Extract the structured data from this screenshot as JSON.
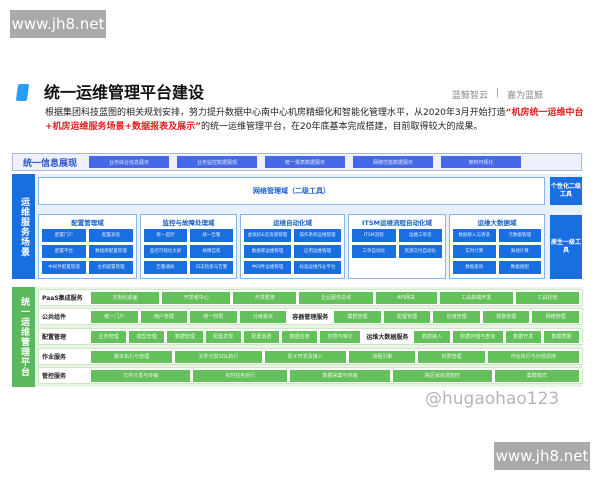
{
  "watermark": "www.jh8.net",
  "title": "统一运维管理平台建设",
  "logos": [
    "蓝鲸智云",
    "嘉为蓝鲸"
  ],
  "paragraph": {
    "pre": "根据集团科技蓝图的相关规划安排，努力提升数据中心南中心机房精细化和智能化管理水平，从2020年3月开始打造",
    "highlight": "“机房统一运维中台+机房运维服务场景+数据报表及展示”",
    "post": "的统一运维管理平台，在20年底基本完成搭建，目前取得较大的成果。"
  },
  "info": {
    "label": "统一信息展现",
    "items": [
      "业务综合信息展示",
      "业务监控数据展现",
      "统一报表数据展示",
      "网络性能数据展示",
      "架构可视化"
    ]
  },
  "service": {
    "side": "运维服务场景",
    "network": "网络管理域（二级工具）",
    "tool2": "个性化二级工具",
    "tool1": "原生一级工具",
    "domains": [
      {
        "title": "配置管理域",
        "items": [
          "配置门户",
          "配置发现",
          "配置平台",
          "数据库配置管理",
          "中间件配置管理",
          "主机配置管理"
        ]
      },
      {
        "title": "监控与故障处理域",
        "items": [
          "统一监控",
          "统一告警",
          "监控可视化大屏",
          "故障自愈",
          "告警通知",
          "日志检索与告警"
        ]
      },
      {
        "title": "运维自动化域",
        "items": [
          "虚拟机&云资源管理",
          "操作系统运维管理",
          "数据库运维管理",
          "应用运维管理",
          "中间件运维管理",
          "标准运维作业平台"
        ]
      },
      {
        "title": "ITSM运维流程自动化域",
        "items": [
          "ITSM流程",
          "运维工单流",
          "工单自动化",
          "资源交付自动化"
        ]
      },
      {
        "title": "运维大数据域",
        "items": [
          "数据接入与清洗",
          "元数据管理",
          "实时计算",
          "离线计算",
          "数据查询",
          "数据视图"
        ]
      }
    ]
  },
  "platform": {
    "side": "统一运维管理平台",
    "rows": [
      {
        "label": "PaaS集成服务",
        "items": [
          "定制化桌面",
          "开发者中心",
          "开发框架",
          "企业服务总线",
          "API网关",
          "工具前端开发",
          "工具托管"
        ]
      },
      {
        "label": "公共组件",
        "items": [
          "统一门户",
          "用户管理",
          "统一权限",
          "分级委派"
        ],
        "sub": "容器管理服务",
        "sub_items": [
          "集群管理",
          "配置管理",
          "应用管理",
          "镜像管理",
          "网络管理"
        ]
      },
      {
        "label": "配置管理",
        "items": [
          "业务管理",
          "模型管理",
          "数据管理",
          "配置发现",
          "配置消费",
          "数据应用",
          "权限与审计"
        ],
        "sub": "运维大数据服务",
        "sub_items": [
          "数据接入",
          "数据存储与查询",
          "数据开发",
          "数据质量"
        ]
      },
      {
        "label": "作业服务",
        "items": [
          "脚本执行与管理",
          "文件分发SQL执行",
          "原子开发及接入",
          "流程引擎",
          "权限管理",
          "作业执行与外部调用"
        ]
      },
      {
        "label": "管控服务",
        "items": [
          "文件分发与传输",
          "实时任务执行",
          "数据采集与传输",
          "跨区域资源管控",
          "集群模式"
        ]
      }
    ]
  },
  "weibo": "@hugaohao123"
}
